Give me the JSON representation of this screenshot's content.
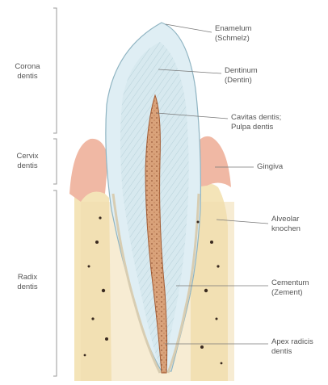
{
  "regions": [
    {
      "name": "Corona dentis",
      "lines": [
        "Corona",
        "dentis"
      ]
    },
    {
      "name": "Cervix dentis",
      "lines": [
        "Cervix",
        "dentis"
      ]
    },
    {
      "name": "Radix dentis",
      "lines": [
        "Radix",
        "dentis"
      ]
    }
  ],
  "labels": [
    {
      "name": "enamelum",
      "lines": [
        "Enamelum",
        "(Schmelz)"
      ]
    },
    {
      "name": "dentinum",
      "lines": [
        "Dentinum",
        "(Dentin)"
      ]
    },
    {
      "name": "cavitas-dentis",
      "lines": [
        "Cavitas dentis;",
        "Pulpa dentis"
      ]
    },
    {
      "name": "gingiva",
      "lines": [
        "Gingiva"
      ]
    },
    {
      "name": "alveolar-knochen",
      "lines": [
        "Alveolar",
        "knochen"
      ]
    },
    {
      "name": "cementum",
      "lines": [
        "Cementum",
        "(Zement)"
      ]
    },
    {
      "name": "apex-radicis",
      "lines": [
        "Apex radicis",
        "dentis"
      ]
    }
  ],
  "colors": {
    "enamel": "#dfeef4",
    "dentin": "#c9dfe6",
    "pulp": "#d9a27a",
    "gum": "#f0b8a4",
    "bone": "#f4e4b8",
    "bone_spots": "#3a2a20",
    "line": "#777777"
  }
}
